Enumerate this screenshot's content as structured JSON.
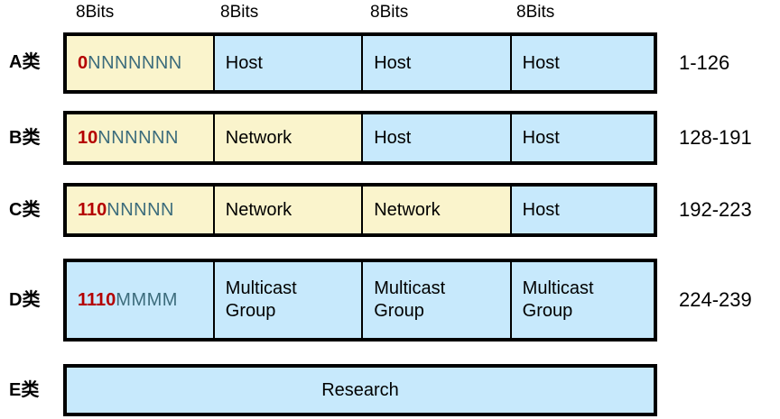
{
  "header": {
    "octet_labels": [
      "8Bits",
      "8Bits",
      "8Bits",
      "8Bits"
    ]
  },
  "colors": {
    "network_fill": "#FAF4CC",
    "host_fill": "#C7E9FC",
    "border": "#000000",
    "prefix_bits": "#B40000",
    "variable_bits": "#3C6C7C",
    "text": "#000000"
  },
  "rows": [
    {
      "class_label": "A类",
      "range": "1-126",
      "cells": [
        {
          "prefix": "0",
          "rest": "NNNNNNN",
          "fill": "yellow"
        },
        {
          "text": "Host",
          "fill": "blue"
        },
        {
          "text": "Host",
          "fill": "blue"
        },
        {
          "text": "Host",
          "fill": "blue"
        }
      ]
    },
    {
      "class_label": "B类",
      "range": "128-191",
      "cells": [
        {
          "prefix": "10",
          "rest": "NNNNNN",
          "fill": "yellow"
        },
        {
          "text": "Network",
          "fill": "yellow"
        },
        {
          "text": "Host",
          "fill": "blue"
        },
        {
          "text": "Host",
          "fill": "blue"
        }
      ]
    },
    {
      "class_label": "C类",
      "range": "192-223",
      "cells": [
        {
          "prefix": "110",
          "rest": "NNNNN",
          "fill": "yellow"
        },
        {
          "text": "Network",
          "fill": "yellow"
        },
        {
          "text": "Network",
          "fill": "yellow"
        },
        {
          "text": "Host",
          "fill": "blue"
        }
      ]
    },
    {
      "class_label": "D类",
      "range": "224-239",
      "cells": [
        {
          "prefix": "1110",
          "rest": "MMMM",
          "fill": "blue"
        },
        {
          "text": "Multicast\nGroup",
          "fill": "blue"
        },
        {
          "text": "Multicast\nGroup",
          "fill": "blue"
        },
        {
          "text": "Multicast\nGroup",
          "fill": "blue"
        }
      ]
    },
    {
      "class_label": "E类",
      "range": "",
      "cells": [
        {
          "text": "Research",
          "fill": "blue",
          "full": true,
          "center": true
        }
      ]
    }
  ]
}
